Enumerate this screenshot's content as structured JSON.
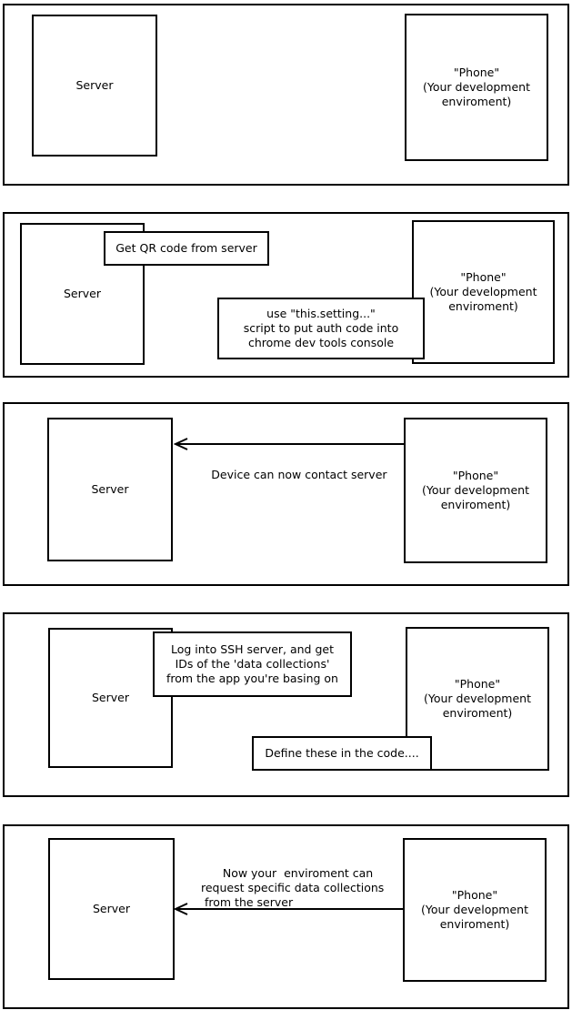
{
  "colors": {
    "background": "#ffffff",
    "line": "#000000",
    "text": "#000000"
  },
  "panels": [
    {
      "server_label": "Server",
      "phone_label": "\"Phone\"\n(Your development\nenviroment)"
    },
    {
      "server_label": "Server",
      "phone_label": "\"Phone\"\n(Your development\nenviroment)",
      "note_qr": "Get QR code from server",
      "note_auth": "use \"this.setting...\"\nscript to put auth code into\nchrome dev tools console"
    },
    {
      "server_label": "Server",
      "phone_label": "\"Phone\"\n(Your development\nenviroment)",
      "arrow_label": "Device can now contact server"
    },
    {
      "server_label": "Server",
      "phone_label": "\"Phone\"\n(Your development\nenviroment)",
      "note_ssh": "Log into SSH server, and get\nIDs of the 'data collections'\nfrom the app you're basing on",
      "note_define": "Define these in the code...."
    },
    {
      "server_label": "Server",
      "phone_label": "\"Phone\"\n(Your development\nenviroment)",
      "arrow_label": "Now your  enviroment can\nrequest specific data collections\n from the server"
    }
  ]
}
